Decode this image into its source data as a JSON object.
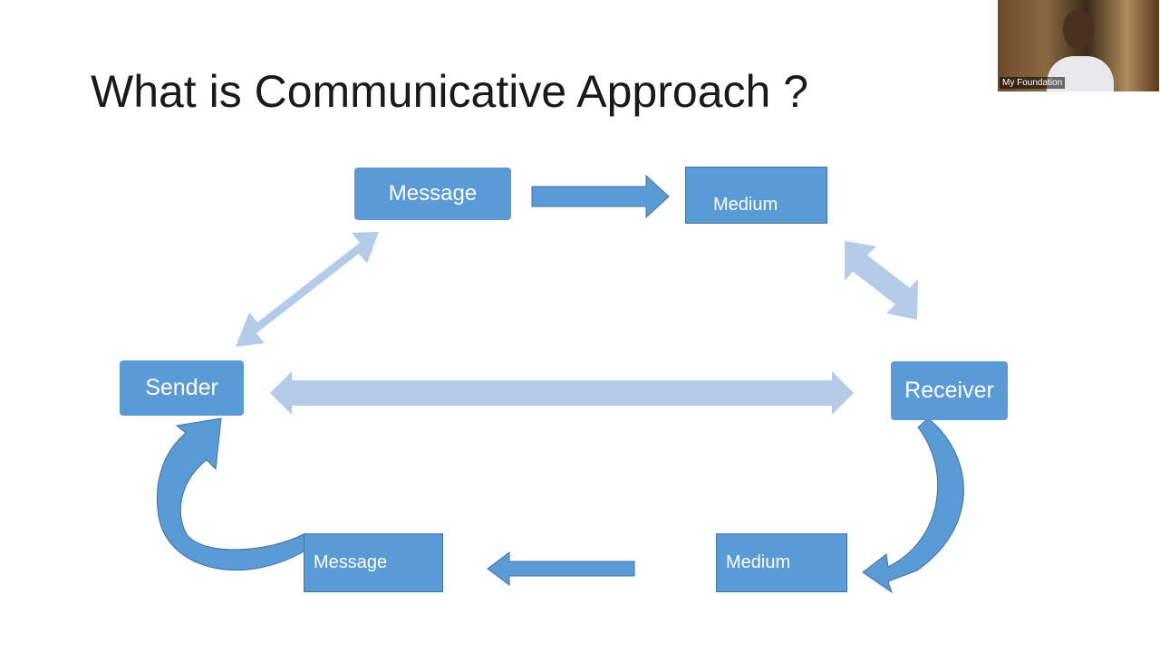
{
  "slide": {
    "title": "What is Communicative Approach ?",
    "nodes": {
      "message_top": "Message",
      "medium_top": "Medium",
      "sender": "Sender",
      "receiver": "Receiver",
      "message_bottom": "Message",
      "medium_bottom": "Medium"
    }
  },
  "webcam": {
    "label": "My Foundation"
  },
  "colors": {
    "box_fill": "#5b9bd5",
    "box_border": "#41719c",
    "light_arrow": "#b4cce8",
    "dark_arrow": "#5b9bd5"
  }
}
